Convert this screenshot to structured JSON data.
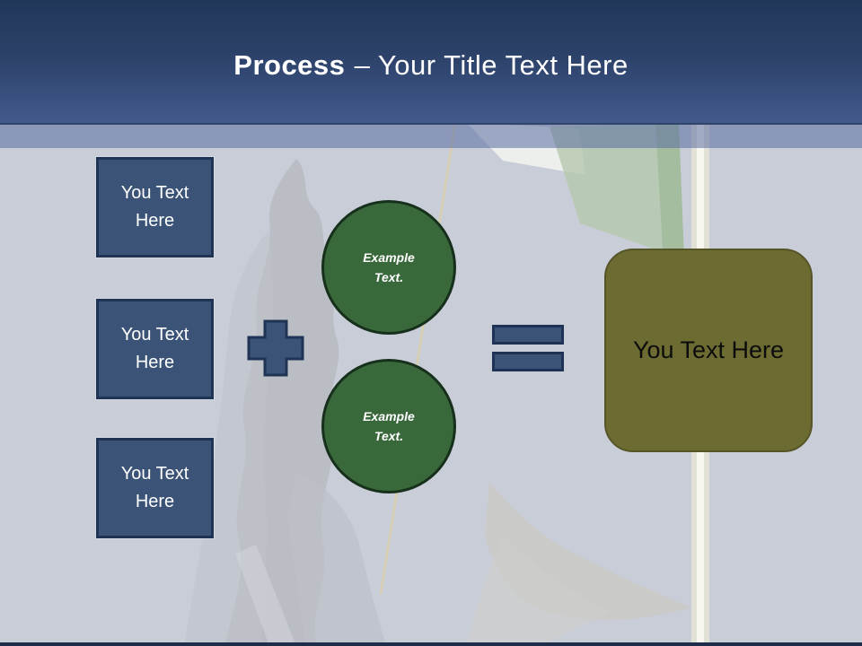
{
  "slide": {
    "title": {
      "bold_part": "Process",
      "regular_part": "– Your Title Text Here"
    },
    "left_boxes": [
      {
        "label": "You Text Here"
      },
      {
        "label": "You Text Here"
      },
      {
        "label": "You Text Here"
      }
    ],
    "operators": [
      {
        "icon": "plus-icon"
      },
      {
        "icon": "equals-icon"
      }
    ],
    "circles": [
      {
        "label": "Example Text."
      },
      {
        "label": "Example Text."
      }
    ],
    "result_box": {
      "label": "You Text Here"
    },
    "background_photo": "faded statue with irish flag and flagpole",
    "colors": {
      "header_gradient_top": "#22375a",
      "header_gradient_bottom": "#42598c",
      "subheader_strip": "#8c99b9",
      "background": "#c9cdd8",
      "box_fill": "#3a5377",
      "box_border": "#1f3354",
      "circle_fill": "#39683b",
      "circle_border": "#17301c",
      "operator_fill": "#3a5377",
      "operator_border": "#1f3354",
      "result_fill": "#6c6b31",
      "result_border": "#565527",
      "title_color": "#ffffff",
      "result_text_color": "#0c0c0c",
      "bottom_edge": "#1e2d49"
    }
  }
}
